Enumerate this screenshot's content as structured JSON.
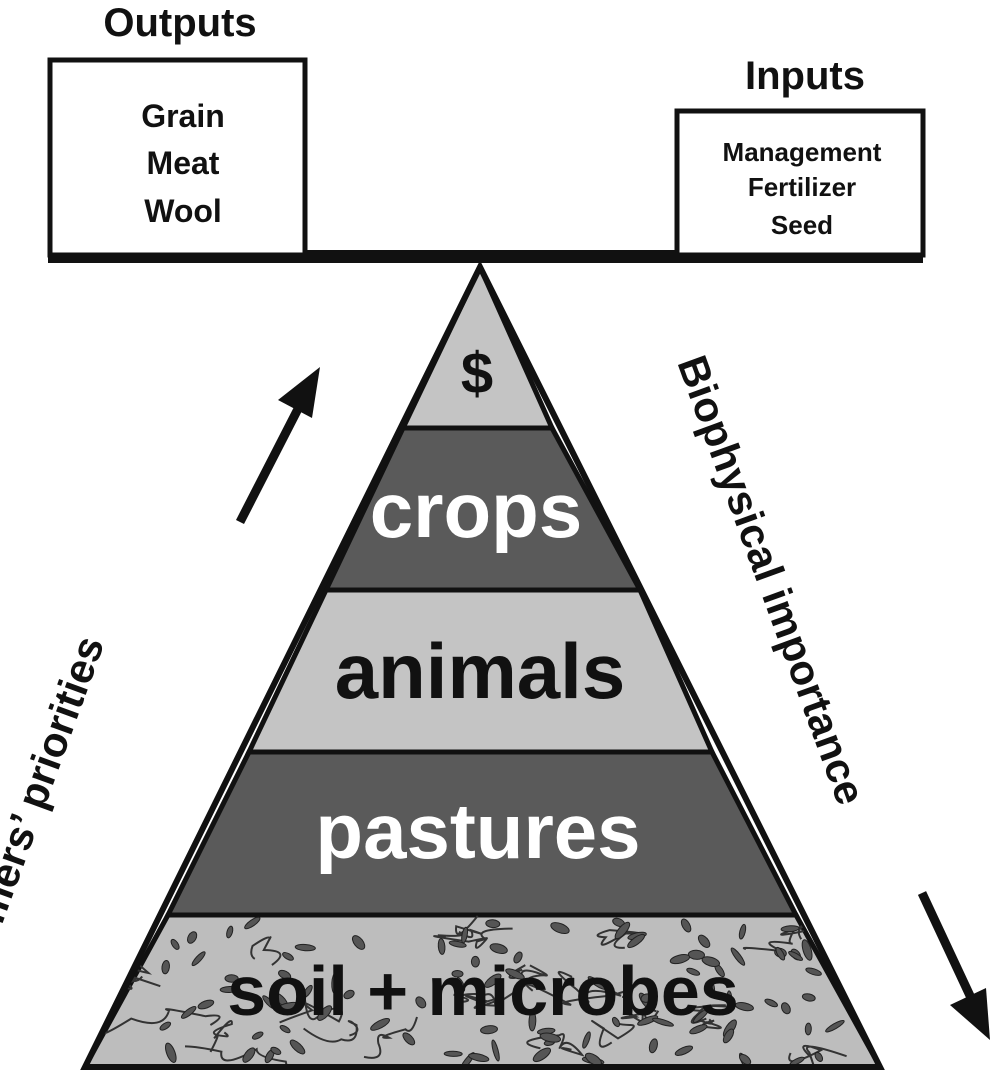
{
  "outputs": {
    "heading": "Outputs",
    "items": [
      "Grain",
      "Meat",
      "Wool"
    ]
  },
  "inputs": {
    "heading": "Inputs",
    "items": [
      "Management",
      "Fertilizer",
      "Seed"
    ]
  },
  "pyramid": {
    "layers": [
      {
        "label": "$",
        "fill": "#c4c4c4",
        "text_color": "#111111"
      },
      {
        "label": "crops",
        "fill": "#5a5a5a",
        "text_color": "#ffffff"
      },
      {
        "label": "animals",
        "fill": "#c4c4c4",
        "text_color": "#111111"
      },
      {
        "label": "pastures",
        "fill": "#5a5a5a",
        "text_color": "#ffffff"
      },
      {
        "label": "soil + microbes",
        "fill": "#bdbdbd",
        "text_color": "#111111"
      }
    ]
  },
  "side_labels": {
    "left": "Farmers’ priorities",
    "right": "Biophysical importance"
  },
  "colors": {
    "outline": "#111111",
    "light_band": "#c4c4c4",
    "dark_band": "#5a5a5a"
  }
}
